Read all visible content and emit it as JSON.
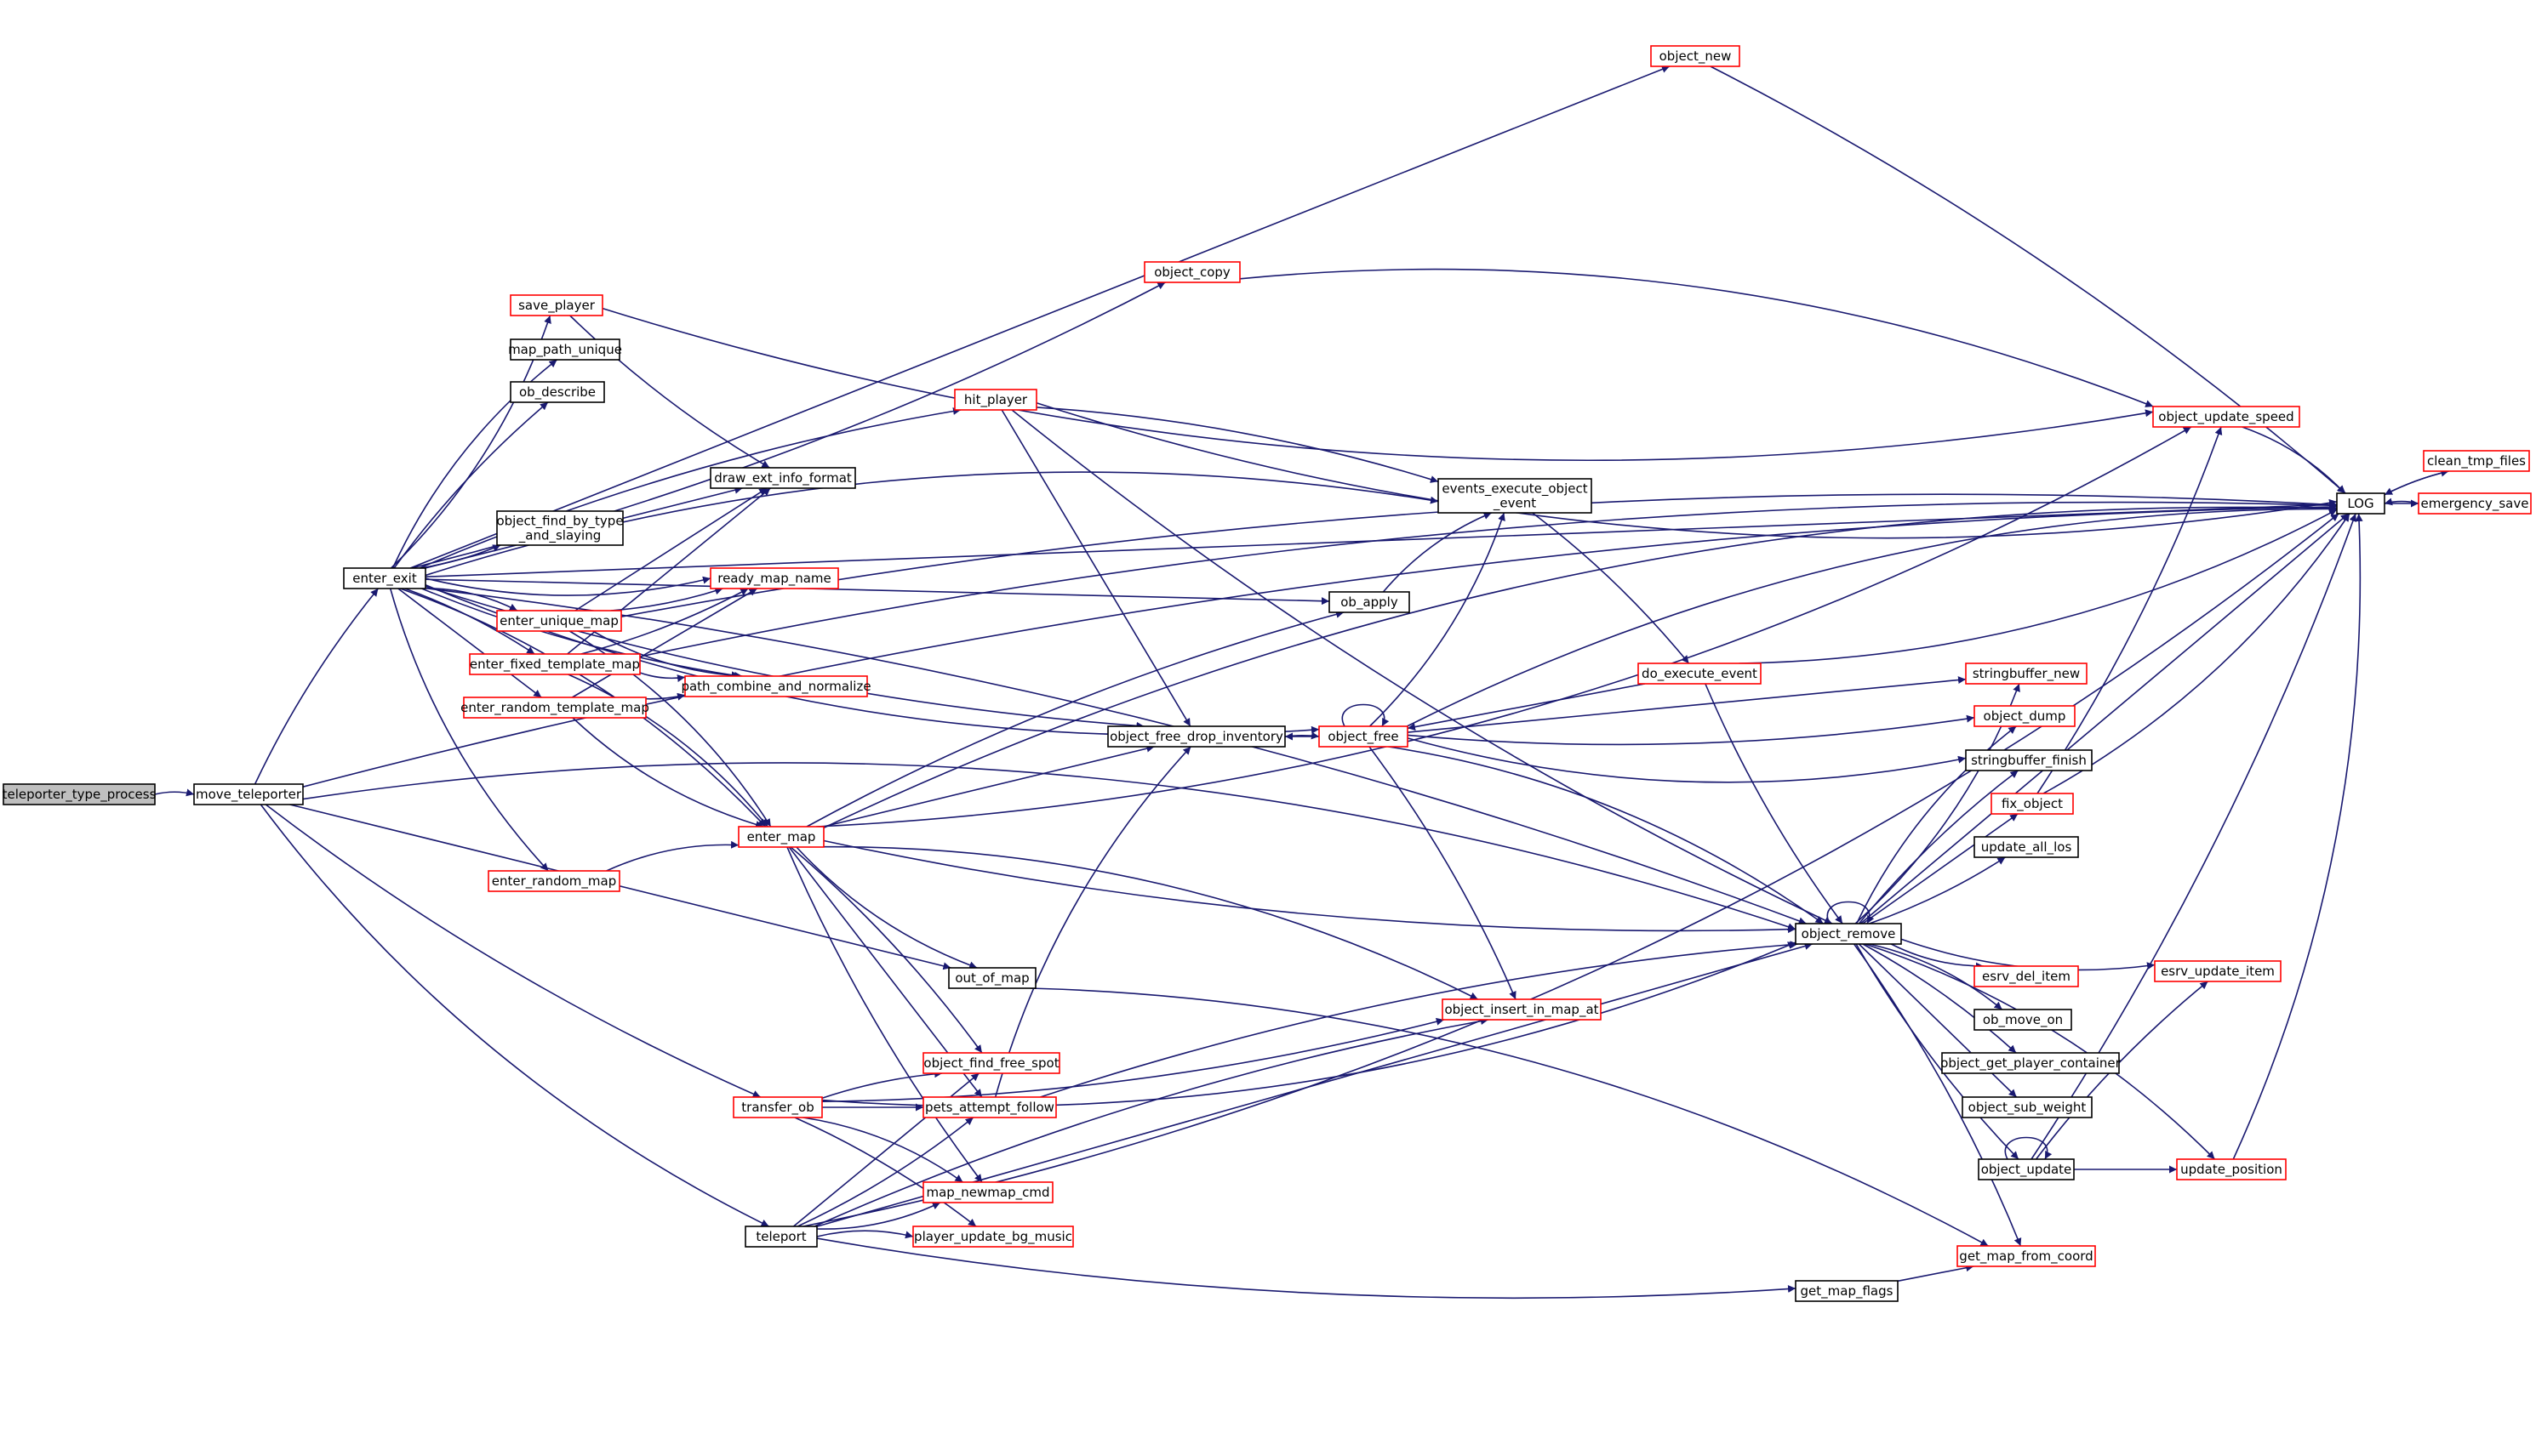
{
  "colors": {
    "edge": "#191970",
    "border_plain": "#000000",
    "border_truncated": "#ff0000",
    "current_fill": "#bfbfbf",
    "background": "#ffffff"
  },
  "nodes": {
    "teleporter_type_process": {
      "label": "teleporter_type_process",
      "style": "current"
    },
    "move_teleporter": {
      "label": "move_teleporter",
      "style": "black"
    },
    "enter_exit": {
      "label": "enter_exit",
      "style": "black"
    },
    "teleport": {
      "label": "teleport",
      "style": "black"
    },
    "transfer_ob": {
      "label": "transfer_ob",
      "style": "red"
    },
    "out_of_map": {
      "label": "out_of_map",
      "style": "black"
    },
    "object_new": {
      "label": "object_new",
      "style": "red"
    },
    "object_copy": {
      "label": "object_copy",
      "style": "red"
    },
    "save_player": {
      "label": "save_player",
      "style": "red"
    },
    "map_path_unique": {
      "label": "map_path_unique",
      "style": "black"
    },
    "ob_describe": {
      "label": "ob_describe",
      "style": "black"
    },
    "draw_ext_info_format": {
      "label": "draw_ext_info_format",
      "style": "black"
    },
    "object_find_by_type_and_slaying": {
      "label": "object_find_by_type\n_and_slaying",
      "style": "black"
    },
    "ready_map_name": {
      "label": "ready_map_name",
      "style": "red"
    },
    "enter_unique_map": {
      "label": "enter_unique_map",
      "style": "red"
    },
    "enter_fixed_template_map": {
      "label": "enter_fixed_template_map",
      "style": "red"
    },
    "enter_random_template_map": {
      "label": "enter_random_template_map",
      "style": "red"
    },
    "path_combine_and_normalize": {
      "label": "path_combine_and_normalize",
      "style": "red"
    },
    "enter_map": {
      "label": "enter_map",
      "style": "red"
    },
    "enter_random_map": {
      "label": "enter_random_map",
      "style": "red"
    },
    "hit_player": {
      "label": "hit_player",
      "style": "red"
    },
    "ob_apply": {
      "label": "ob_apply",
      "style": "black"
    },
    "object_free_drop_inventory": {
      "label": "object_free_drop_inventory",
      "style": "black"
    },
    "object_free": {
      "label": "object_free",
      "style": "red"
    },
    "events_execute_object_event": {
      "label": "events_execute_object\n_event",
      "style": "black"
    },
    "do_execute_event": {
      "label": "do_execute_event",
      "style": "red"
    },
    "object_insert_in_map_at": {
      "label": "object_insert_in_map_at",
      "style": "red"
    },
    "object_find_free_spot": {
      "label": "object_find_free_spot",
      "style": "red"
    },
    "pets_attempt_follow": {
      "label": "pets_attempt_follow",
      "style": "red"
    },
    "map_newmap_cmd": {
      "label": "map_newmap_cmd",
      "style": "red"
    },
    "player_update_bg_music": {
      "label": "player_update_bg_music",
      "style": "red"
    },
    "get_map_flags": {
      "label": "get_map_flags",
      "style": "black"
    },
    "get_map_from_coord": {
      "label": "get_map_from_coord",
      "style": "red"
    },
    "object_remove": {
      "label": "object_remove",
      "style": "black"
    },
    "object_update_speed": {
      "label": "object_update_speed",
      "style": "red"
    },
    "stringbuffer_new": {
      "label": "stringbuffer_new",
      "style": "red"
    },
    "object_dump": {
      "label": "object_dump",
      "style": "red"
    },
    "stringbuffer_finish": {
      "label": "stringbuffer_finish",
      "style": "black"
    },
    "fix_object": {
      "label": "fix_object",
      "style": "red"
    },
    "update_all_los": {
      "label": "update_all_los",
      "style": "black"
    },
    "esrv_del_item": {
      "label": "esrv_del_item",
      "style": "red"
    },
    "ob_move_on": {
      "label": "ob_move_on",
      "style": "black"
    },
    "object_get_player_container": {
      "label": "object_get_player_container",
      "style": "black"
    },
    "object_sub_weight": {
      "label": "object_sub_weight",
      "style": "black"
    },
    "object_update": {
      "label": "object_update",
      "style": "black"
    },
    "esrv_update_item": {
      "label": "esrv_update_item",
      "style": "red"
    },
    "update_position": {
      "label": "update_position",
      "style": "red"
    },
    "LOG": {
      "label": "LOG",
      "style": "black"
    },
    "clean_tmp_files": {
      "label": "clean_tmp_files",
      "style": "red"
    },
    "emergency_save": {
      "label": "emergency_save",
      "style": "red"
    }
  },
  "edges": [
    [
      "teleporter_type_process",
      "move_teleporter"
    ],
    [
      "move_teleporter",
      "enter_exit"
    ],
    [
      "move_teleporter",
      "out_of_map"
    ],
    [
      "move_teleporter",
      "transfer_ob"
    ],
    [
      "move_teleporter",
      "teleport"
    ],
    [
      "move_teleporter",
      "object_remove"
    ],
    [
      "move_teleporter",
      "LOG"
    ],
    [
      "enter_exit",
      "object_new"
    ],
    [
      "enter_exit",
      "object_copy"
    ],
    [
      "enter_exit",
      "save_player"
    ],
    [
      "enter_exit",
      "map_path_unique"
    ],
    [
      "enter_exit",
      "ob_describe"
    ],
    [
      "enter_exit",
      "draw_ext_info_format"
    ],
    [
      "enter_exit",
      "object_find_by_type_and_slaying"
    ],
    [
      "enter_exit",
      "ready_map_name"
    ],
    [
      "enter_exit",
      "enter_unique_map"
    ],
    [
      "enter_exit",
      "enter_fixed_template_map"
    ],
    [
      "enter_exit",
      "enter_random_template_map"
    ],
    [
      "enter_exit",
      "path_combine_and_normalize"
    ],
    [
      "enter_exit",
      "enter_random_map"
    ],
    [
      "enter_exit",
      "enter_map"
    ],
    [
      "enter_exit",
      "hit_player"
    ],
    [
      "enter_exit",
      "ob_apply"
    ],
    [
      "enter_exit",
      "object_free_drop_inventory"
    ],
    [
      "enter_exit",
      "object_free"
    ],
    [
      "enter_exit",
      "events_execute_object_event"
    ],
    [
      "enter_exit",
      "object_remove"
    ],
    [
      "enter_exit",
      "LOG"
    ],
    [
      "save_player",
      "draw_ext_info_format"
    ],
    [
      "save_player",
      "object_update_speed"
    ],
    [
      "object_copy",
      "object_update_speed"
    ],
    [
      "object_new",
      "LOG"
    ],
    [
      "enter_unique_map",
      "draw_ext_info_format"
    ],
    [
      "enter_unique_map",
      "ready_map_name"
    ],
    [
      "enter_unique_map",
      "path_combine_and_normalize"
    ],
    [
      "enter_unique_map",
      "enter_map"
    ],
    [
      "enter_unique_map",
      "LOG"
    ],
    [
      "enter_fixed_template_map",
      "draw_ext_info_format"
    ],
    [
      "enter_fixed_template_map",
      "ready_map_name"
    ],
    [
      "enter_fixed_template_map",
      "path_combine_and_normalize"
    ],
    [
      "enter_fixed_template_map",
      "enter_map"
    ],
    [
      "enter_fixed_template_map",
      "LOG"
    ],
    [
      "enter_random_template_map",
      "ready_map_name"
    ],
    [
      "enter_random_template_map",
      "path_combine_and_normalize"
    ],
    [
      "enter_random_template_map",
      "enter_map"
    ],
    [
      "enter_random_map",
      "enter_map"
    ],
    [
      "enter_map",
      "ob_apply"
    ],
    [
      "enter_map",
      "object_free_drop_inventory"
    ],
    [
      "enter_map",
      "object_remove"
    ],
    [
      "enter_map",
      "out_of_map"
    ],
    [
      "enter_map",
      "object_insert_in_map_at"
    ],
    [
      "enter_map",
      "object_find_free_spot"
    ],
    [
      "enter_map",
      "pets_attempt_follow"
    ],
    [
      "enter_map",
      "map_newmap_cmd"
    ],
    [
      "enter_map",
      "object_update_speed"
    ],
    [
      "enter_map",
      "LOG"
    ],
    [
      "hit_player",
      "events_execute_object_event"
    ],
    [
      "hit_player",
      "object_free_drop_inventory"
    ],
    [
      "hit_player",
      "object_remove"
    ],
    [
      "hit_player",
      "LOG"
    ],
    [
      "ob_apply",
      "events_execute_object_event"
    ],
    [
      "object_free_drop_inventory",
      "object_free"
    ],
    [
      "object_free",
      "object_free_drop_inventory"
    ],
    [
      "object_free",
      "object_free"
    ],
    [
      "object_free",
      "events_execute_object_event"
    ],
    [
      "object_free",
      "object_remove"
    ],
    [
      "object_free",
      "object_insert_in_map_at"
    ],
    [
      "object_free",
      "stringbuffer_new"
    ],
    [
      "object_free",
      "object_dump"
    ],
    [
      "object_free",
      "stringbuffer_finish"
    ],
    [
      "object_free",
      "LOG"
    ],
    [
      "events_execute_object_event",
      "do_execute_event"
    ],
    [
      "do_execute_event",
      "object_free"
    ],
    [
      "do_execute_event",
      "object_remove"
    ],
    [
      "do_execute_event",
      "LOG"
    ],
    [
      "out_of_map",
      "get_map_from_coord"
    ],
    [
      "transfer_ob",
      "object_find_free_spot"
    ],
    [
      "transfer_ob",
      "pets_attempt_follow"
    ],
    [
      "transfer_ob",
      "object_insert_in_map_at"
    ],
    [
      "transfer_ob",
      "object_remove"
    ],
    [
      "transfer_ob",
      "map_newmap_cmd"
    ],
    [
      "transfer_ob",
      "player_update_bg_music"
    ],
    [
      "teleport",
      "object_find_free_spot"
    ],
    [
      "teleport",
      "pets_attempt_follow"
    ],
    [
      "teleport",
      "map_newmap_cmd"
    ],
    [
      "teleport",
      "player_update_bg_music"
    ],
    [
      "teleport",
      "object_insert_in_map_at"
    ],
    [
      "teleport",
      "object_remove"
    ],
    [
      "teleport",
      "get_map_flags"
    ],
    [
      "teleport",
      "LOG"
    ],
    [
      "pets_attempt_follow",
      "object_free_drop_inventory"
    ],
    [
      "pets_attempt_follow",
      "object_remove"
    ],
    [
      "get_map_flags",
      "get_map_from_coord"
    ],
    [
      "object_remove",
      "object_remove"
    ],
    [
      "object_remove",
      "stringbuffer_new"
    ],
    [
      "object_remove",
      "object_dump"
    ],
    [
      "object_remove",
      "stringbuffer_finish"
    ],
    [
      "object_remove",
      "fix_object"
    ],
    [
      "object_remove",
      "update_all_los"
    ],
    [
      "object_remove",
      "esrv_del_item"
    ],
    [
      "object_remove",
      "ob_move_on"
    ],
    [
      "object_remove",
      "object_get_player_container"
    ],
    [
      "object_remove",
      "object_sub_weight"
    ],
    [
      "object_remove",
      "object_update"
    ],
    [
      "object_remove",
      "esrv_update_item"
    ],
    [
      "object_remove",
      "update_position"
    ],
    [
      "object_remove",
      "get_map_from_coord"
    ],
    [
      "object_remove",
      "LOG"
    ],
    [
      "fix_object",
      "object_update_speed"
    ],
    [
      "fix_object",
      "LOG"
    ],
    [
      "object_update",
      "object_update"
    ],
    [
      "object_update",
      "esrv_update_item"
    ],
    [
      "object_update",
      "update_position"
    ],
    [
      "object_update",
      "LOG"
    ],
    [
      "update_position",
      "LOG"
    ],
    [
      "object_update_speed",
      "LOG"
    ],
    [
      "LOG",
      "clean_tmp_files"
    ],
    [
      "LOG",
      "emergency_save"
    ],
    [
      "clean_tmp_files",
      "LOG"
    ],
    [
      "emergency_save",
      "LOG"
    ]
  ]
}
